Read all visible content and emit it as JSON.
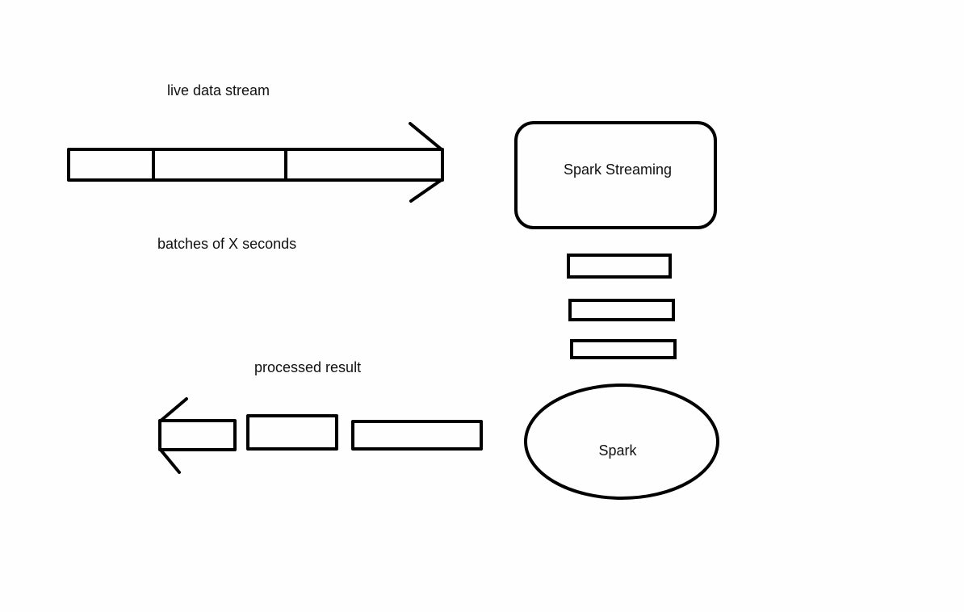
{
  "diagram": {
    "labels": {
      "input_stream": "live data stream",
      "batches": "batches of X seconds",
      "output": "processed result",
      "streaming_engine": "Spark Streaming",
      "core_engine": "Spark"
    },
    "stroke_color": "#000000",
    "background_color": "#fefefe",
    "flows": [
      {
        "from": "live data stream",
        "to": "Spark Streaming",
        "segments": 3
      },
      {
        "from": "Spark Streaming",
        "to": "Spark",
        "batches": 3
      },
      {
        "from": "Spark",
        "to": "processed result",
        "segments": 3
      }
    ]
  }
}
